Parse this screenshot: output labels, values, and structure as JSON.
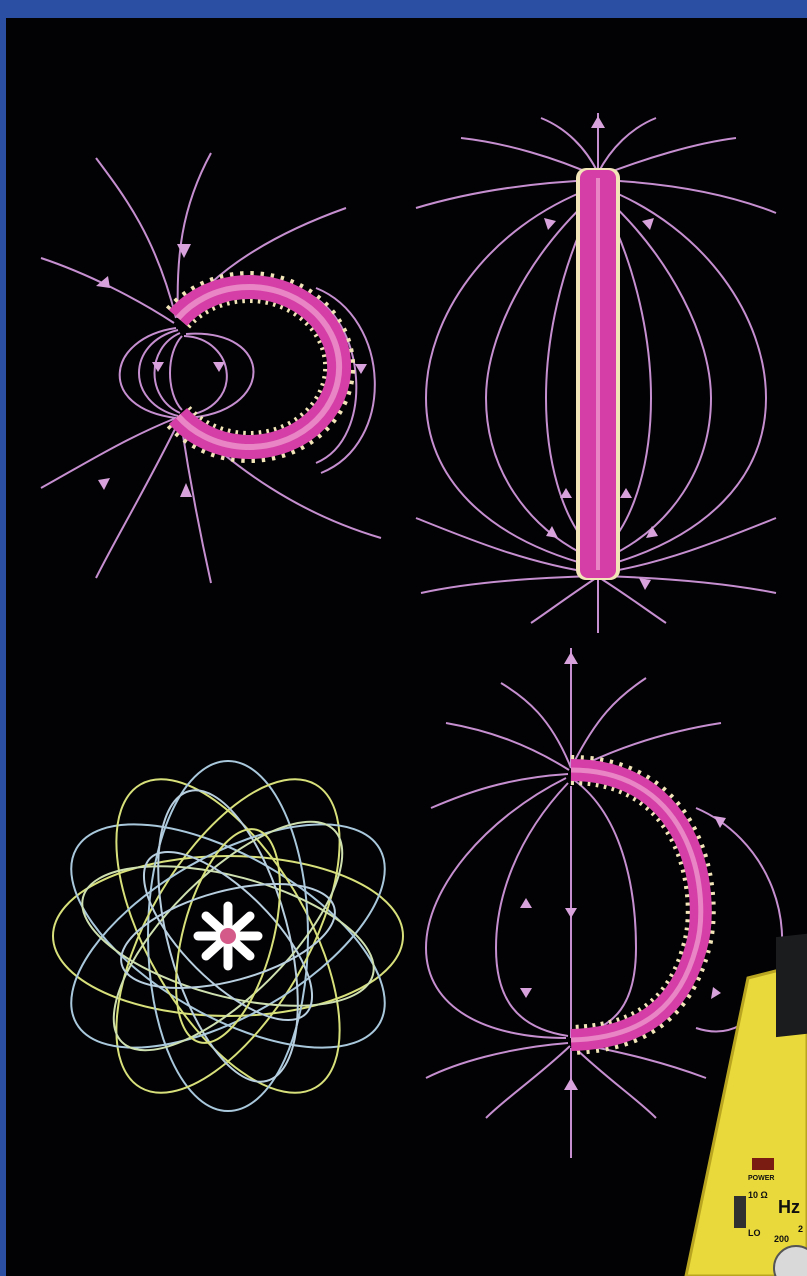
{
  "colors": {
    "frame": "#2a4fa3",
    "background": "#020204",
    "field_line": "#c68fd0",
    "field_line_light": "#d8b9e6",
    "coil": "#d43ea6",
    "coil_bead": "#f2e6b8",
    "orbit_yellow": "#d7e07a",
    "orbit_blue": "#a9c8dc",
    "meter_body": "#e9d93a",
    "meter_screen": "#1a1c1e"
  },
  "illustrations": {
    "ring_field": {
      "icon": "ring-magnet-field-icon"
    },
    "bar_field": {
      "icon": "bar-magnet-field-icon"
    },
    "atom_orbits": {
      "icon": "atom-orbits-icon"
    },
    "arc_field": {
      "icon": "arc-magnet-field-icon"
    },
    "multimeter": {
      "icon": "multimeter-icon",
      "unit_label": "Hz",
      "range_ohm": "10 Ω",
      "range_low": "LO",
      "range_value": "200",
      "range_value_2": "2",
      "power_label": "POWER"
    }
  }
}
